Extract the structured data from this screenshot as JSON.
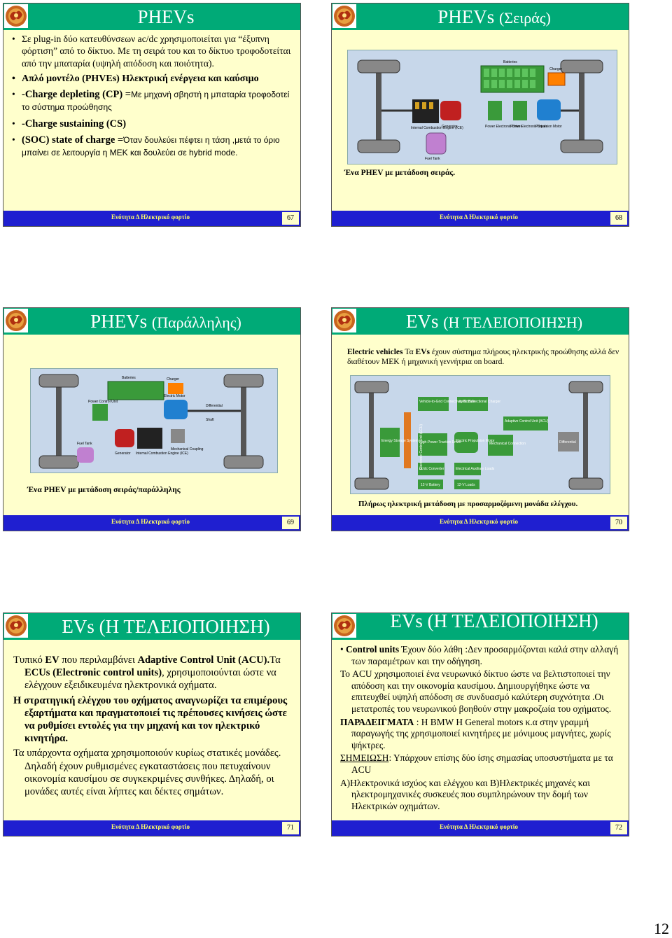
{
  "footer_label": "Ενότητα Δ Ηλεκτρικό φορτίο",
  "page_number": "12",
  "slide67": {
    "title": "PHEVs",
    "number": "67",
    "b1": "Σε plug-in δύο κατευθύνσεων ac/dc χρησιμοποιείται για “έξυπνη φόρτιση” από το δίκτυο. Με τη σειρά του και το δίκτυο τροφοδοτείται από την μπαταρία (υψηλή απόδοση και ποιότητα).",
    "b2": "Απλό μοντέλο (PHVEs) Ηλεκτρική ενέργεια και καύσιμο",
    "b3a": "-Charge depleting (CP) =",
    "b3b": "Με μηχανή σβηστή η μπαταρία τροφοδοτεί το σύστημα προώθησης",
    "b4": "-Charge sustaining (CS)",
    "b5a": "(SOC)  state of charge =",
    "b5b": "Όταν δουλεύει πέφτει η τάση ,μετά το όριο μπαίνει σε λειτουργία η ΜΕΚ και δουλεύει σε hybrid mode."
  },
  "slide68": {
    "title": "PHEVs",
    "subtitle": "(Σειράς)",
    "number": "68",
    "caption": "Ένα PHEV με μετάδοση σειράς.",
    "labels": [
      "Batteries",
      "Charger",
      "Internal Combustion Engine (ICE)",
      "Generator",
      "Power Electronic Driver",
      "Power Electronic Driver",
      "Propulsion Motor",
      "Fuel Tank"
    ]
  },
  "slide69": {
    "title": "PHEVs",
    "subtitle": "(Παράλληλης)",
    "number": "69",
    "caption": "Ένα PHEV με μετάδοση σειράς/παράλληλης",
    "labels": [
      "Batteries",
      "Charger",
      "Power Control Unit",
      "Electric Motor",
      "Differential",
      "Shaft",
      "Generator",
      "Internal Combustion Engine (ICE)",
      "Mechanical Coupling",
      "Fuel Tank"
    ]
  },
  "slide70": {
    "title": "EVs",
    "subtitle": "(Η ΤΕΛΕΙΟΠΟΙΗΣΗ)",
    "number": "70",
    "intro_b": "Electric vehicles",
    "intro_1": " Τα ",
    "intro_b2": "EVs",
    "intro_2": " έχουν σύστημα πλήρους ηλεκτρικής προώθησης αλλά δεν διαθέτουν ΜΕΚ ή μηχανική γεννήτρια on board.",
    "caption": "Πλήρως ηλεκτρική μετάδοση με προσαρμοζόμενη μονάδα ελέγχου.",
    "labels": [
      "Vehicle-to-Grid Connectivity Module",
      "ac/dc Bidirectional Charger",
      "Adaptive Control Unit (ACU)",
      "Energy Storage System",
      "Electronic Control Unit (ECU)",
      "High-Power Traction Driver",
      "Electric Propulsion Motor",
      "Mechanical Connection",
      "Differential",
      "dc/dc Converter",
      "Electrical Auxiliary Loads",
      "12-V Battery",
      "12-V Loads"
    ]
  },
  "slide71": {
    "title": "EVs (Η ΤΕΛΕΙΟΠΟΙΗΣΗ)",
    "number": "71",
    "t1": "Τυπικό ",
    "t1b": "EV",
    "t2": " που περιλαμβάνει ",
    "t2b": "Adaptive Control Unit (ACU).",
    "t3": "Τα ",
    "t3b": "ECUs (Electronic control units)",
    "t4": ", χρησιμοποιούνται ώστε να ελέγχουν εξειδικευμένα ηλεκτρονικά οχήματα.",
    "p2": "Η στρατηγική ελέγχου του οχήματος αναγνωρίζει τα επιμέρους εξαρτήματα και πραγματοποιεί τις πρέπουσες κινήσεις ώστε να ρυθμίσει εντολές για την μηχανή και τον ηλεκτρικό κινητήρα.",
    "p3": "Τα υπάρχοντα οχήματα χρησιμοποιούν κυρίως στατικές μονάδες. Δηλαδή έχουν  ρυθμισμένες εγκαταστάσεις που πετυχαίνουν οικονομία καυσίμου σε συγκεκριμένες συνθήκες. Δηλαδή, οι μονάδες αυτές είναι λήπτες και δέκτες σημάτων."
  },
  "slide72": {
    "title": "EVs (Η ΤΕΛΕΙΟΠΟΙΗΣΗ)",
    "number": "72",
    "b1b": "Control units",
    "b1": " Έχουν δύο λάθη :Δεν προσαρμόζονται καλά στην αλλαγή των παραμέτρων και την οδήγηση.",
    "p2": "Το ACU χρησιμοποιεί ένα νευρωνικό δίκτυο ώστε να βελτιστοποιεί την απόδοση και την οικονομία καυσίμου. Δημιουργήθηκε ώστε να επιτευχθεί  υψηλή απόδοση σε συνδυασμό καλύτερη συχνότητα .Οι μετατροπές του νευρωνικού βοηθούν στην μακροζωία του οχήματος.",
    "p3b": "ΠΑΡΑΔΕΙΓΜΑΤΑ",
    "p3": " : Η BMW Η General motors κ.α στην γραμμή παραγωγής της χρησιμοποιεί κινητήρες με μόνιμους μαγνήτες, χωρίς ψήκτρες.",
    "p4u": "ΣΗΜΕΙΩΣΗ",
    "p4": ":  Υπάρχουν επίσης δύο ίσης σημασίας υποσυστήματα με τα ACU",
    "p5": "Α)Ηλεκτρονικά ισχύος και ελέγχου και Β)Ηλεκτρικές μηχανές και ηλεκτρομηχανικές συσκευές που συμπληρώνουν την δομή των Ηλεκτρικών οχημάτων."
  }
}
